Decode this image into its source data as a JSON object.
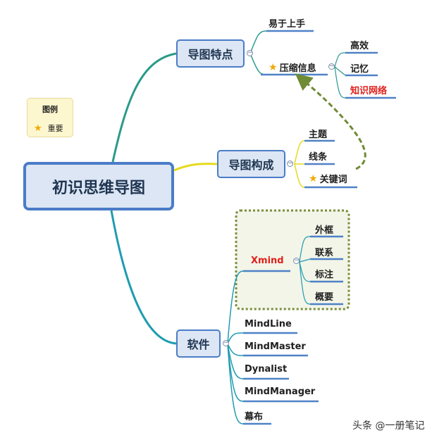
{
  "root": {
    "label": "初识思维导图"
  },
  "legend": {
    "title": "图例",
    "item_label": "重要"
  },
  "branches": {
    "features": {
      "label": "导图特点",
      "easy": "易于上手",
      "compress": "压缩信息",
      "compress_children": [
        "高效",
        "记忆",
        "知识网络"
      ]
    },
    "structure": {
      "label": "导图构成",
      "children": [
        "主题",
        "线条",
        "关键词"
      ]
    },
    "software": {
      "label": "软件",
      "xmind": "Xmind",
      "xmind_children": [
        "外框",
        "联系",
        "标注",
        "概要"
      ],
      "others": [
        "MindLine",
        "MindMaster",
        "Dynalist",
        "MindManager",
        "幕布"
      ]
    }
  },
  "icons": {
    "important": "star-icon",
    "collapse": "collapse-toggle-icon"
  },
  "colors": {
    "root_fill": "#dce6f4",
    "root_border": "#4a7cc7",
    "branch_features": "#2b9a8a",
    "branch_structure": "#e5da1c",
    "branch_software": "#1f9cb0",
    "underline": "#4f81c7",
    "highlight_text": "#e0201b",
    "star": "#f2a900",
    "legend_fill": "#fdf7cf",
    "boundary_fill": "#f2f5e8",
    "boundary_border": "#7a8c3a"
  },
  "watermark": "头条 @一册笔记"
}
